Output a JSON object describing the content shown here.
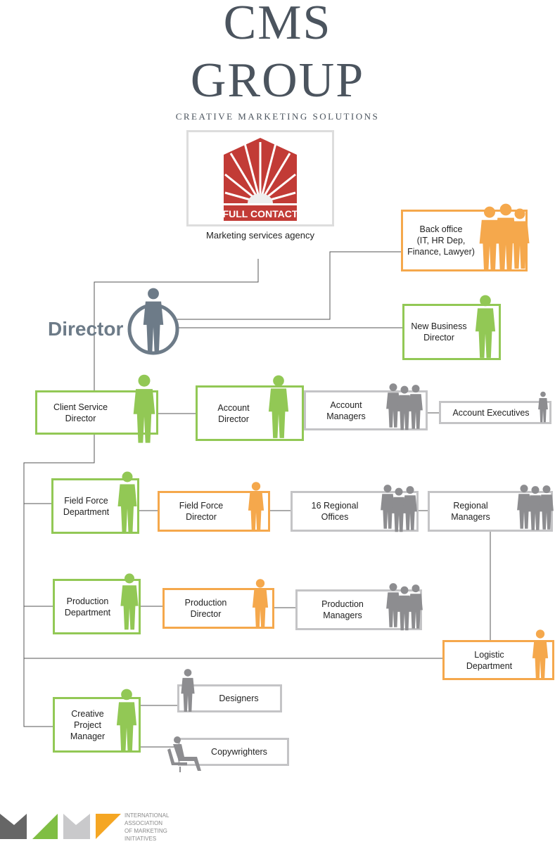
{
  "header": {
    "title_line1": "CMS",
    "title_line2": "GROUP",
    "tagline": "CREATIVE MARKETING SOLUTIONS"
  },
  "agency": {
    "logo_text": "FULL CONTACT",
    "caption": "Marketing services agency"
  },
  "director": {
    "label": "Director"
  },
  "nodes": {
    "back_office": "Back office\n(IT, HR Dep,\nFinance, Lawyer)",
    "new_business": "New Business\nDirector",
    "client_service": "Client Service\nDirector",
    "account_director": "Account\nDirector",
    "account_managers": "Account\nManagers",
    "account_executives": "Account Executives",
    "field_force_dept": "Field Force\nDepartment",
    "field_force_dir": "Field Force\nDirector",
    "regional_offices": "16 Regional\nOffices",
    "regional_managers": "Regional\nManagers",
    "production_dept": "Production\nDepartment",
    "production_dir": "Production\nDirector",
    "production_managers": "Production\nManagers",
    "logistic": "Logistic\nDepartment",
    "designers": "Designers",
    "creative_pm": "Creative\nProject\nManager",
    "copywriters": "Copywrighters"
  },
  "footer": {
    "association": "INTERNATIONAL\nASSOCIATION\nOF MARKETING\nINITIATIVES"
  },
  "colors": {
    "green": "#92c855",
    "orange": "#f5a84c",
    "gray": "#c4c4c6",
    "figure_gray": "#8d8d90",
    "red": "#c23b36",
    "title": "#4b545e"
  }
}
